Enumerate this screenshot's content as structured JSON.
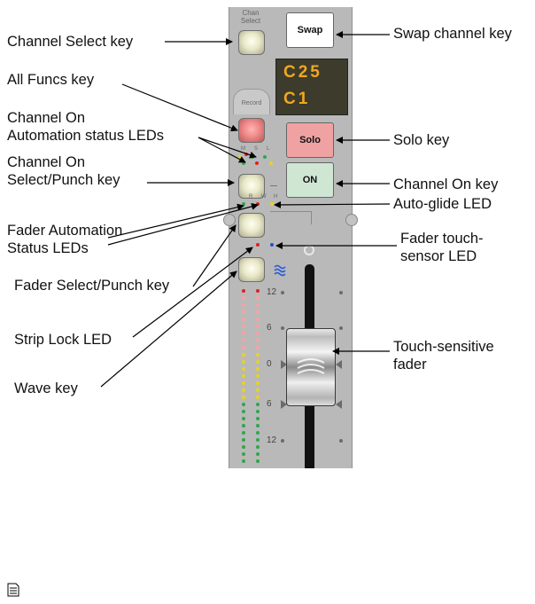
{
  "callouts": {
    "channel_select_key": "Channel Select key",
    "all_funcs_key": "All Funcs key",
    "channel_on_automation_leds": "Channel On\nAutomation status LEDs",
    "channel_on_select_punch_key": "Channel On\nSelect/Punch key",
    "fader_automation_leds": "Fader Automation\nStatus LEDs",
    "fader_select_punch_key": "Fader Select/Punch key",
    "strip_lock_led": "Strip Lock LED",
    "wave_key": "Wave key",
    "swap_channel_key": "Swap channel key",
    "solo_key": "Solo key",
    "channel_on_key": "Channel On key",
    "auto_glide_led": "Auto-glide LED",
    "fader_touch_sensor_led": "Fader touch-\nsensor LED",
    "touch_sensitive_fader": "Touch-sensitive\nfader"
  },
  "strip": {
    "chan_select_label": "Chan\nSelect",
    "swap_label": "Swap",
    "display_line1": "C25",
    "display_line2": "C1",
    "record_tab": "Record",
    "solo_label": "Solo",
    "on_label": "ON",
    "automation_leds_letters": [
      "M",
      "S",
      "L"
    ],
    "fader_leds_letters": [
      "R",
      "W",
      "H"
    ],
    "scale_marks": [
      "12",
      "6",
      "0",
      "6",
      "12"
    ]
  },
  "colors": {
    "display_bg": "#3c3b2c",
    "display_text": "#f1a81e",
    "solo_key": "#f0a2a2",
    "on_key": "#cfe6d3",
    "led_red": "#e02020",
    "led_green": "#2ea84a",
    "led_yellow": "#e8d224",
    "led_blue": "#1f4fd8"
  },
  "icons": {
    "note": "note-icon",
    "wave": "wave-icon"
  }
}
